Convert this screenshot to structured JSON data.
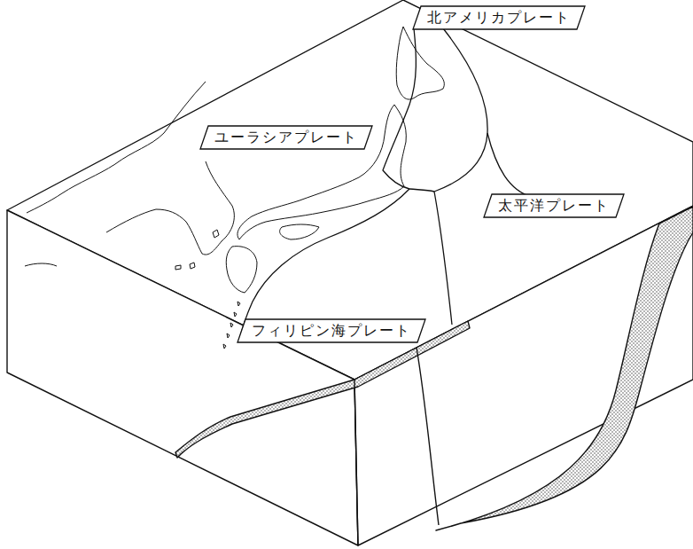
{
  "diagram": {
    "nodes": [
      {
        "text": [
          "北アメリカプレート"
        ]
      },
      {
        "text": [
          "ユーラシアプレート"
        ]
      },
      {
        "text": [
          "太平洋プレート"
        ]
      },
      {
        "text": [
          "フィリピン海プレート"
        ]
      }
    ]
  }
}
